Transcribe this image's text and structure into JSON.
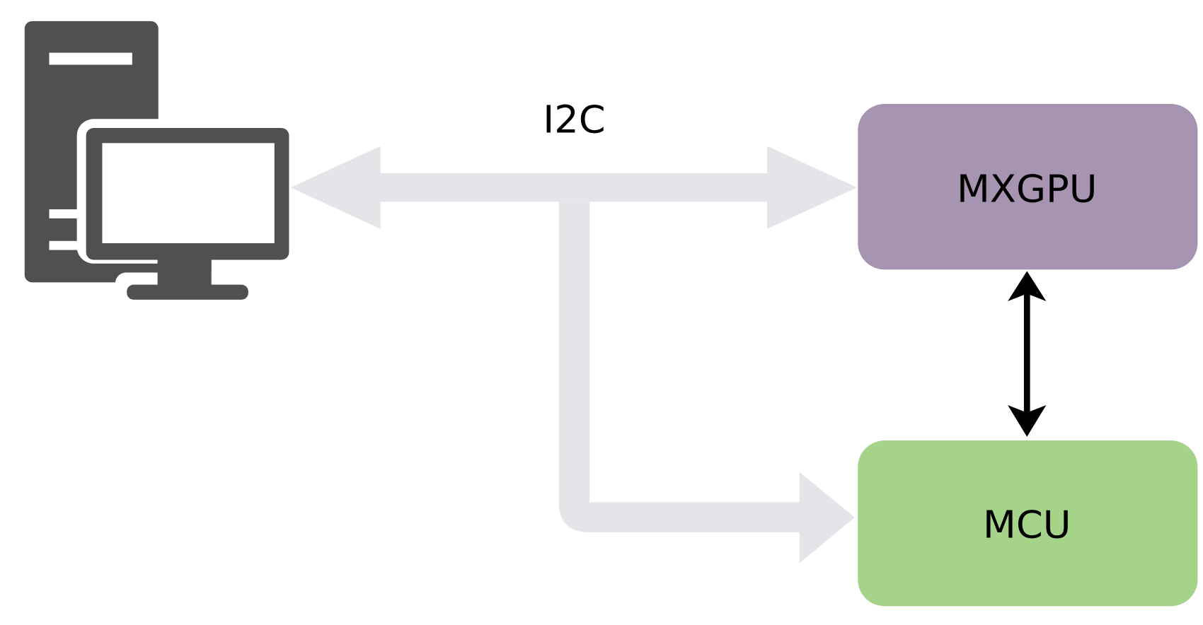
{
  "bus_label": "I2C",
  "nodes": {
    "gpu": {
      "label": "MXGPU",
      "color": "#a794b0"
    },
    "mcu": {
      "label": "MCU",
      "color": "#a4d389"
    }
  },
  "colors": {
    "bus": "#e4e5e9",
    "icon": "#505050",
    "link": "#000000"
  }
}
